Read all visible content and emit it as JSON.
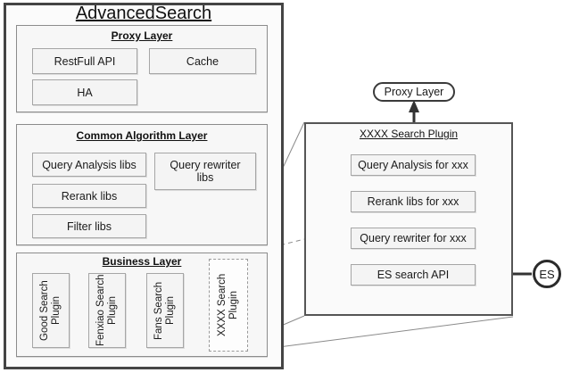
{
  "diagram": {
    "title": "AdvancedSearch",
    "left_panel": {
      "layers": [
        {
          "title": "Proxy Layer",
          "items": [
            {
              "label": "RestFull API"
            },
            {
              "label": "Cache"
            },
            {
              "label": "HA"
            }
          ]
        },
        {
          "title": "Common Algorithm Layer",
          "items": [
            {
              "label": "Query Analysis libs"
            },
            {
              "label": "Query rewriter libs"
            },
            {
              "label": "Rerank libs"
            },
            {
              "label": "Filter libs"
            }
          ]
        },
        {
          "title": "Business Layer",
          "items": [
            {
              "label": "Good Search Plugin",
              "style": "solid"
            },
            {
              "label": "Fenxiao Search Plugin",
              "style": "solid"
            },
            {
              "label": "Fans Search Plugin",
              "style": "solid"
            },
            {
              "label": "XXXX Search Plugin",
              "style": "dashed"
            }
          ]
        }
      ]
    },
    "right_panel": {
      "title": "XXXX Search Plugin",
      "pipeline": [
        {
          "label": "Query Analysis for xxx"
        },
        {
          "label": "Rerank libs for xxx"
        },
        {
          "label": "Query rewriter for xxx"
        },
        {
          "label": "ES search API"
        }
      ]
    },
    "nodes": {
      "proxy_layer_output": "Proxy Layer",
      "external_store": "ES"
    },
    "colors": {
      "frame_stroke": "#444444",
      "box_stroke": "#a6a6a6",
      "box_fill": "#f4f4f4",
      "arrow": "#333333",
      "leader_line": "#8a8a8a",
      "text": "#1a1a1a"
    }
  }
}
